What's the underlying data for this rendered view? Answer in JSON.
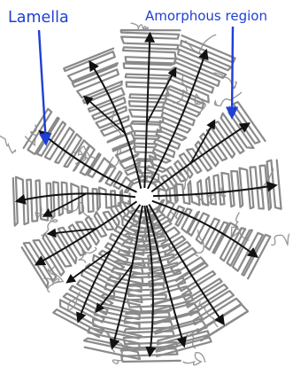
{
  "labels": {
    "lamella": "Lamella",
    "amorphous_region": "Amorphous region"
  },
  "colors": {
    "label": "#1f3fd6",
    "lamella_stroke": "#8a8a8a",
    "tie_chain": "#9a9a9a",
    "arrow": "#111111",
    "background": "#ffffff"
  },
  "arms": [
    {
      "name": "arm-up",
      "angle": 272,
      "length": 190
    },
    {
      "name": "arm-up-right",
      "angle": 293,
      "length": 185
    },
    {
      "name": "arm-up-left",
      "angle": 248,
      "length": 170
    },
    {
      "name": "arm-left-upper",
      "angle": 212,
      "length": 145
    },
    {
      "name": "arm-right-upper",
      "angle": 325,
      "length": 150
    },
    {
      "name": "arm-right",
      "angle": 355,
      "length": 155
    },
    {
      "name": "arm-left",
      "angle": 178,
      "length": 150
    },
    {
      "name": "arm-right-lower",
      "angle": 28,
      "length": 150
    },
    {
      "name": "arm-left-lower",
      "angle": 148,
      "length": 150
    },
    {
      "name": "arm-down-right",
      "angle": 58,
      "length": 175
    },
    {
      "name": "arm-down-left",
      "angle": 118,
      "length": 165
    },
    {
      "name": "arm-down",
      "angle": 88,
      "length": 185
    },
    {
      "name": "arm-down-left2",
      "angle": 102,
      "length": 180
    },
    {
      "name": "arm-down-right2",
      "angle": 75,
      "length": 180
    }
  ]
}
